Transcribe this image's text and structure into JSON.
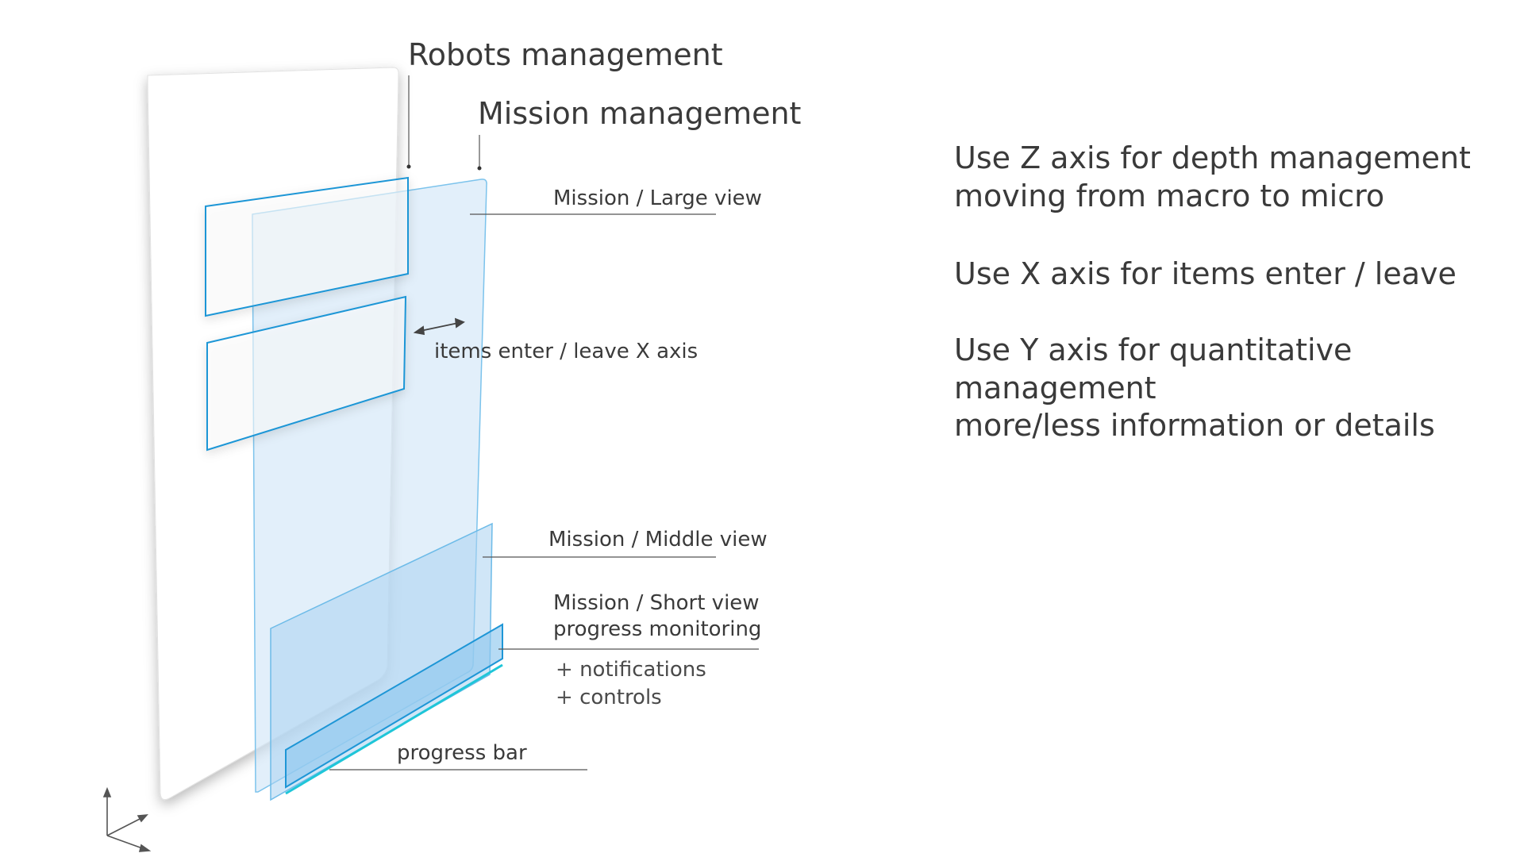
{
  "labels": {
    "robots_management": "Robots management",
    "mission_management": "Mission management",
    "mission_large_view": "Mission / Large view",
    "items_enter_leave": "items enter / leave X axis",
    "mission_middle_view": "Mission / Middle view",
    "mission_short_view": "Mission / Short view",
    "progress_monitoring": "progress monitoring",
    "plus": "+",
    "notifications": "notifications",
    "controls": "controls",
    "progress_bar": "progress bar"
  },
  "notes": {
    "z_axis_line1": "Use Z axis for depth management",
    "z_axis_line2": "moving from macro to micro",
    "x_axis_line1": "Use X axis for items enter / leave",
    "y_axis_line1": "Use Y axis for quantitative",
    "y_axis_line2": "management",
    "y_axis_line3": "more/less information or details"
  },
  "colors": {
    "panel_stroke": "#1e96d6",
    "layer_fill": "#c8e2f6",
    "layer_stroke": "#6dbbe8",
    "progress_stroke": "#1fc6d8",
    "leader_line": "#555555"
  }
}
